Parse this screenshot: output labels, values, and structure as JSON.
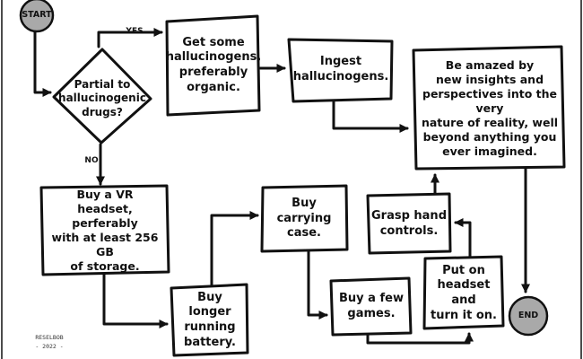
{
  "colors": {
    "ink": "#111111",
    "terminal_fill": "#a9a9a9",
    "background": "#ffffff"
  },
  "terminals": {
    "start": "START",
    "end": "END"
  },
  "decision": {
    "label": "Partial to\nhallucinogenic\ndrugs?",
    "yes_label": "YES",
    "no_label": "NO"
  },
  "steps": {
    "get_hallucinogens": "Get some\nhallucinogens,\npreferably\norganic.",
    "ingest": "Ingest\nhallucinogens.",
    "be_amazed": "Be amazed by\nnew insights and\nperspectives into the very\nnature of reality, well\nbeyond anything you\never imagined.",
    "buy_vr": "Buy a VR\nheadset, perferably\nwith at least 256 GB\nof storage.",
    "buy_battery": "Buy longer\nrunning\nbattery.",
    "buy_case": "Buy carrying\ncase.",
    "buy_games": "Buy a few\ngames.",
    "put_on_headset": "Put on\nheadset and\nturn it on.",
    "grasp_controls": "Grasp hand\ncontrols."
  },
  "credit": {
    "author": "RESELBOB",
    "year": "- 2022 -"
  }
}
